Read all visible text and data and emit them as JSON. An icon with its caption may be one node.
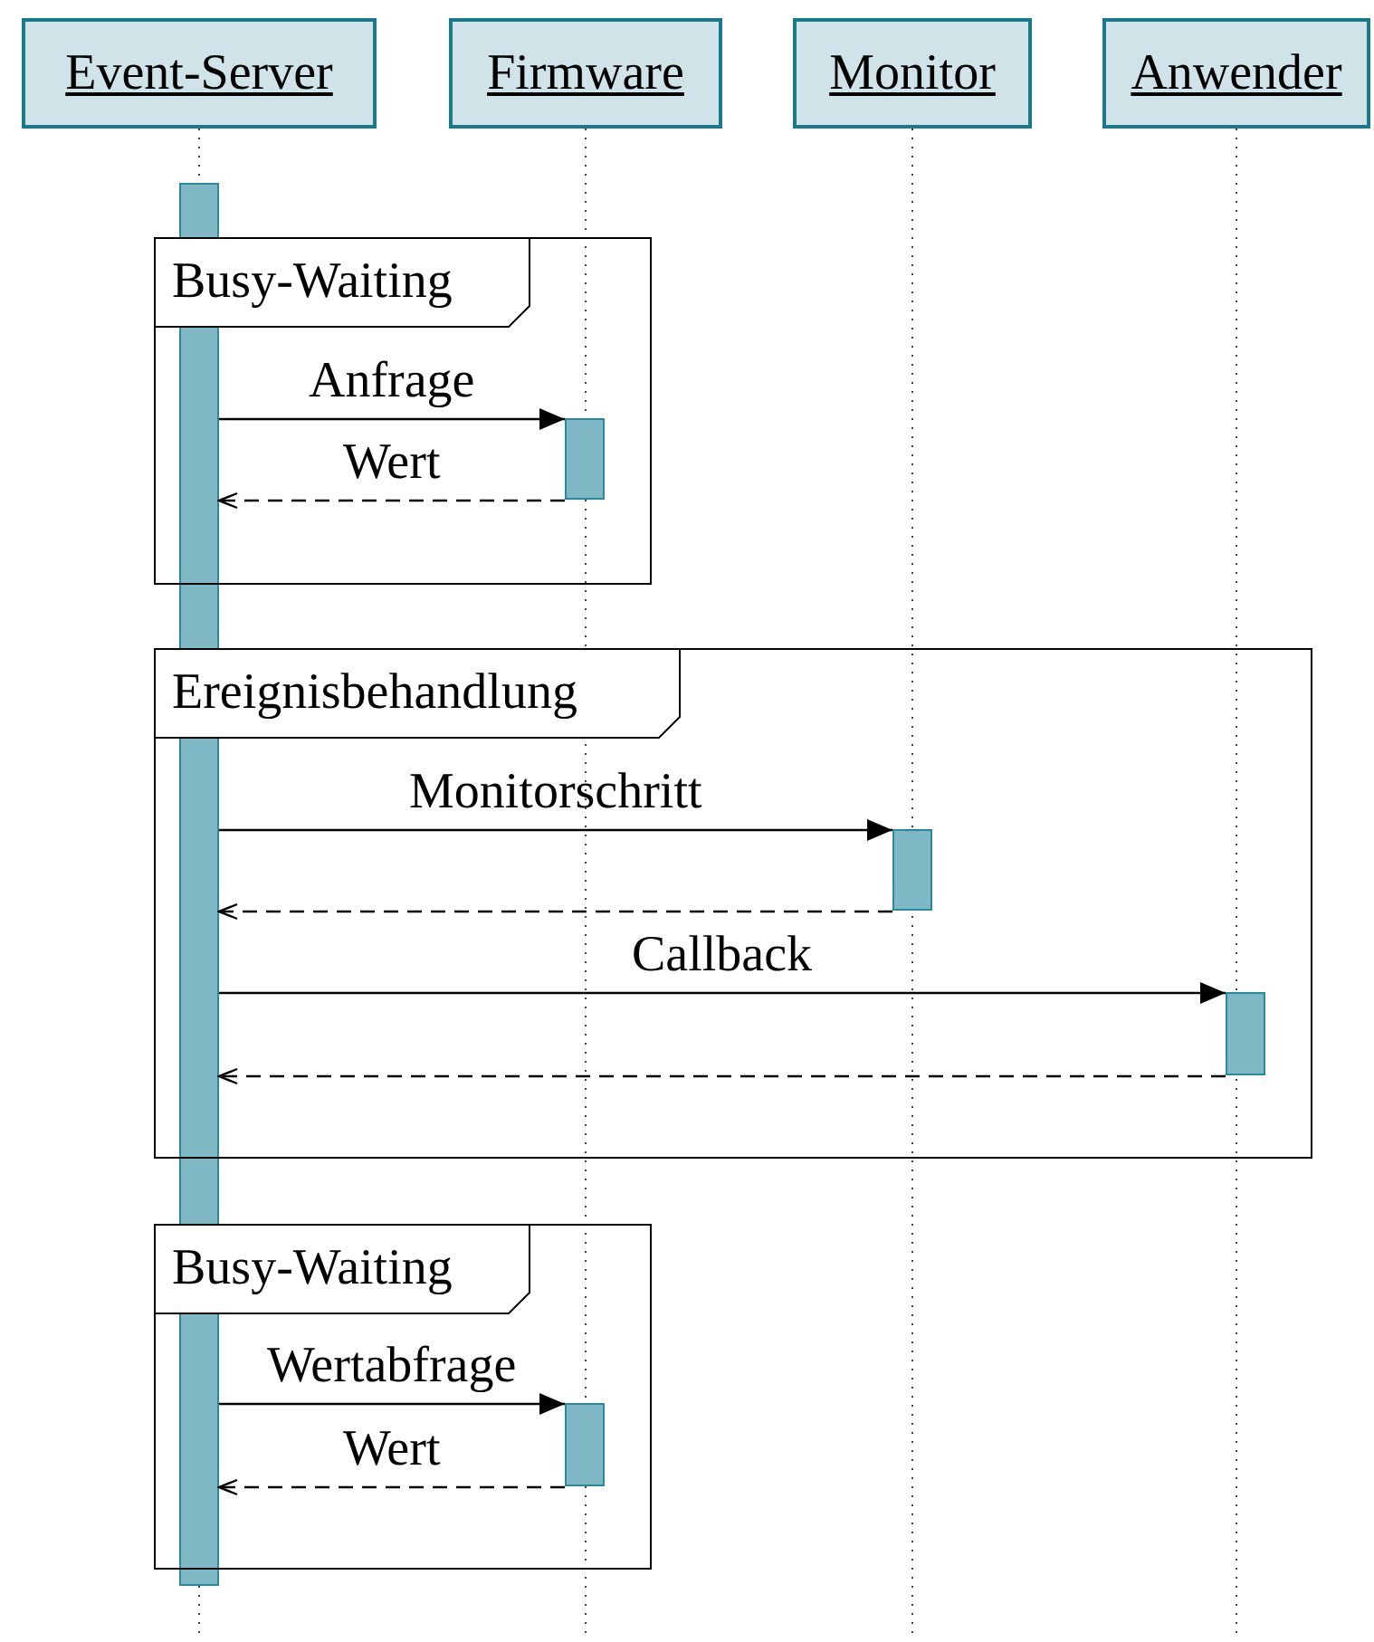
{
  "diagram": {
    "nodes": [
      {
        "text": [
          "Event-Server"
        ]
      },
      {
        "text": [
          "Firmware"
        ]
      },
      {
        "text": [
          "Monitor"
        ]
      },
      {
        "text": [
          "Anwender"
        ]
      },
      {
        "text": [],
        "shape": "bar"
      },
      {
        "text": [
          "Busy-Waiting"
        ]
      },
      {
        "text": [],
        "shape": "bar",
        "in": 5
      },
      {
        "text": [
          "Ereignisbehandlung"
        ]
      },
      {
        "text": [],
        "shape": "bar",
        "in": 7
      },
      {
        "text": [],
        "shape": "bar",
        "in": 7
      },
      {
        "text": [
          "Busy-Waiting"
        ]
      },
      {
        "text": [],
        "shape": "bar",
        "in": 10
      }
    ],
    "edges": [
      {
        "from": 4,
        "to": 6,
        "arrow": "to",
        "label": "Anfrage"
      },
      {
        "from": 6,
        "to": 4,
        "arrow": "to",
        "label": "Wert",
        "style": "dashed"
      },
      {
        "from": 4,
        "to": 8,
        "arrow": "to",
        "label": "Monitorschritt"
      },
      {
        "from": 8,
        "to": 4,
        "arrow": "to",
        "style": "dashed"
      },
      {
        "from": 4,
        "to": 9,
        "arrow": "to",
        "label": "Callback"
      },
      {
        "from": 9,
        "to": 4,
        "arrow": "to",
        "style": "dashed"
      },
      {
        "from": 4,
        "to": 11,
        "arrow": "to",
        "label": "Wertabfrage"
      },
      {
        "from": 11,
        "to": 4,
        "arrow": "to",
        "label": "Wert",
        "style": "dashed"
      }
    ]
  }
}
